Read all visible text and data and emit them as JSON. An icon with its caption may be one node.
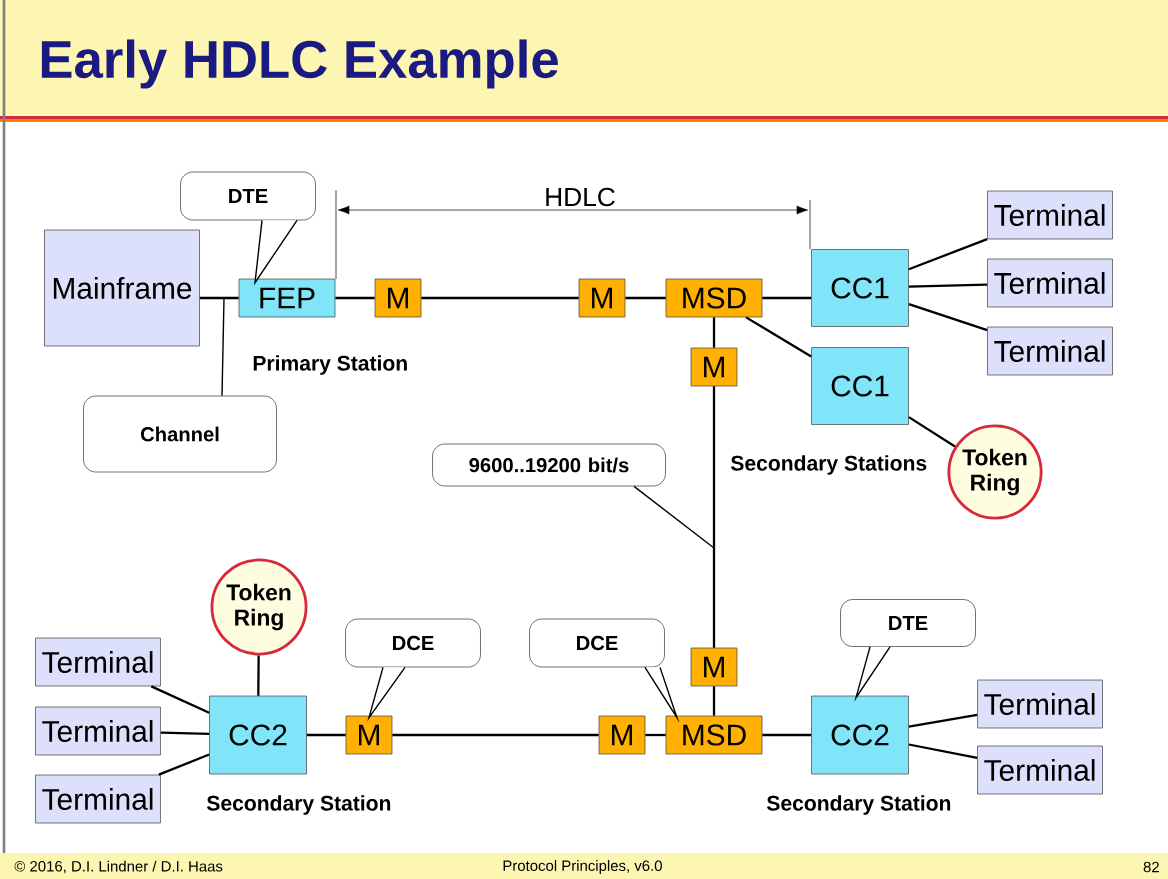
{
  "diagram": {
    "title": "Early HDLC Example",
    "nodes": [
      {
        "text": [
          "Mainframe"
        ]
      },
      {
        "text": [
          "FEP"
        ]
      },
      {
        "text": [
          "M"
        ]
      },
      {
        "text": [
          "M"
        ]
      },
      {
        "text": [
          "MSD"
        ]
      },
      {
        "text": [
          "CC1"
        ]
      },
      {
        "text": [
          "Terminal"
        ]
      },
      {
        "text": [
          "Terminal"
        ]
      },
      {
        "text": [
          "Terminal"
        ]
      },
      {
        "text": [
          "M"
        ]
      },
      {
        "text": [
          "CC1"
        ]
      },
      {
        "text": [
          "Token Ring"
        ]
      },
      {
        "text": [
          "Token Ring"
        ]
      },
      {
        "text": [
          "Terminal"
        ]
      },
      {
        "text": [
          "Terminal"
        ]
      },
      {
        "text": [
          "Terminal"
        ]
      },
      {
        "text": [
          "CC2"
        ]
      },
      {
        "text": [
          "M"
        ]
      },
      {
        "text": [
          "M"
        ]
      },
      {
        "text": [
          "MSD"
        ]
      },
      {
        "text": [
          "M"
        ]
      },
      {
        "text": [
          "CC2"
        ]
      },
      {
        "text": [
          "Terminal"
        ]
      },
      {
        "text": [
          "Terminal"
        ]
      },
      {
        "text": [
          "DTE"
        ]
      },
      {
        "text": [
          "Channel"
        ]
      },
      {
        "text": [
          "9600..19200 bit/s"
        ]
      },
      {
        "text": [
          "DCE"
        ]
      },
      {
        "text": [
          "DCE"
        ]
      },
      {
        "text": [
          "DTE"
        ]
      }
    ],
    "edges": [
      {
        "from": 0,
        "to": 1,
        "arrow": "none"
      },
      {
        "from": 1,
        "to": 2,
        "arrow": "none"
      },
      {
        "from": 2,
        "to": 3,
        "arrow": "none"
      },
      {
        "from": 3,
        "to": 4,
        "arrow": "none"
      },
      {
        "from": 4,
        "to": 5,
        "arrow": "none"
      },
      {
        "from": 5,
        "to": 6,
        "arrow": "none"
      },
      {
        "from": 5,
        "to": 7,
        "arrow": "none"
      },
      {
        "from": 5,
        "to": 8,
        "arrow": "none"
      },
      {
        "from": 4,
        "to": 9,
        "arrow": "none"
      },
      {
        "from": 4,
        "to": 10,
        "arrow": "none"
      },
      {
        "from": 10,
        "to": 11,
        "arrow": "none"
      },
      {
        "from": 9,
        "to": 20,
        "arrow": "none"
      },
      {
        "from": 20,
        "to": 19,
        "arrow": "none"
      },
      {
        "from": 13,
        "to": 16,
        "arrow": "none"
      },
      {
        "from": 14,
        "to": 16,
        "arrow": "none"
      },
      {
        "from": 15,
        "to": 16,
        "arrow": "none"
      },
      {
        "from": 12,
        "to": 16,
        "arrow": "none"
      },
      {
        "from": 16,
        "to": 17,
        "arrow": "none"
      },
      {
        "from": 17,
        "to": 18,
        "arrow": "none"
      },
      {
        "from": 18,
        "to": 19,
        "arrow": "none"
      },
      {
        "from": 19,
        "to": 21,
        "arrow": "none"
      },
      {
        "from": 21,
        "to": 22,
        "arrow": "none"
      },
      {
        "from": 21,
        "to": 23,
        "arrow": "none"
      },
      {
        "from": 24,
        "to": 1,
        "arrow": "to"
      },
      {
        "from": 25,
        "to": null,
        "arrow": "none"
      },
      {
        "from": 26,
        "to": null,
        "arrow": "none"
      },
      {
        "from": 27,
        "to": 17,
        "arrow": "to"
      },
      {
        "from": 28,
        "to": 19,
        "arrow": "to"
      },
      {
        "from": 29,
        "to": 21,
        "arrow": "to"
      }
    ],
    "labels": [
      "HDLC",
      "Primary Station",
      "Secondary Stations",
      "Secondary Station",
      "Secondary Station",
      "© 2016, D.I. Lindner / D.I. Haas",
      "Protocol Principles, v6.0",
      "82"
    ]
  }
}
